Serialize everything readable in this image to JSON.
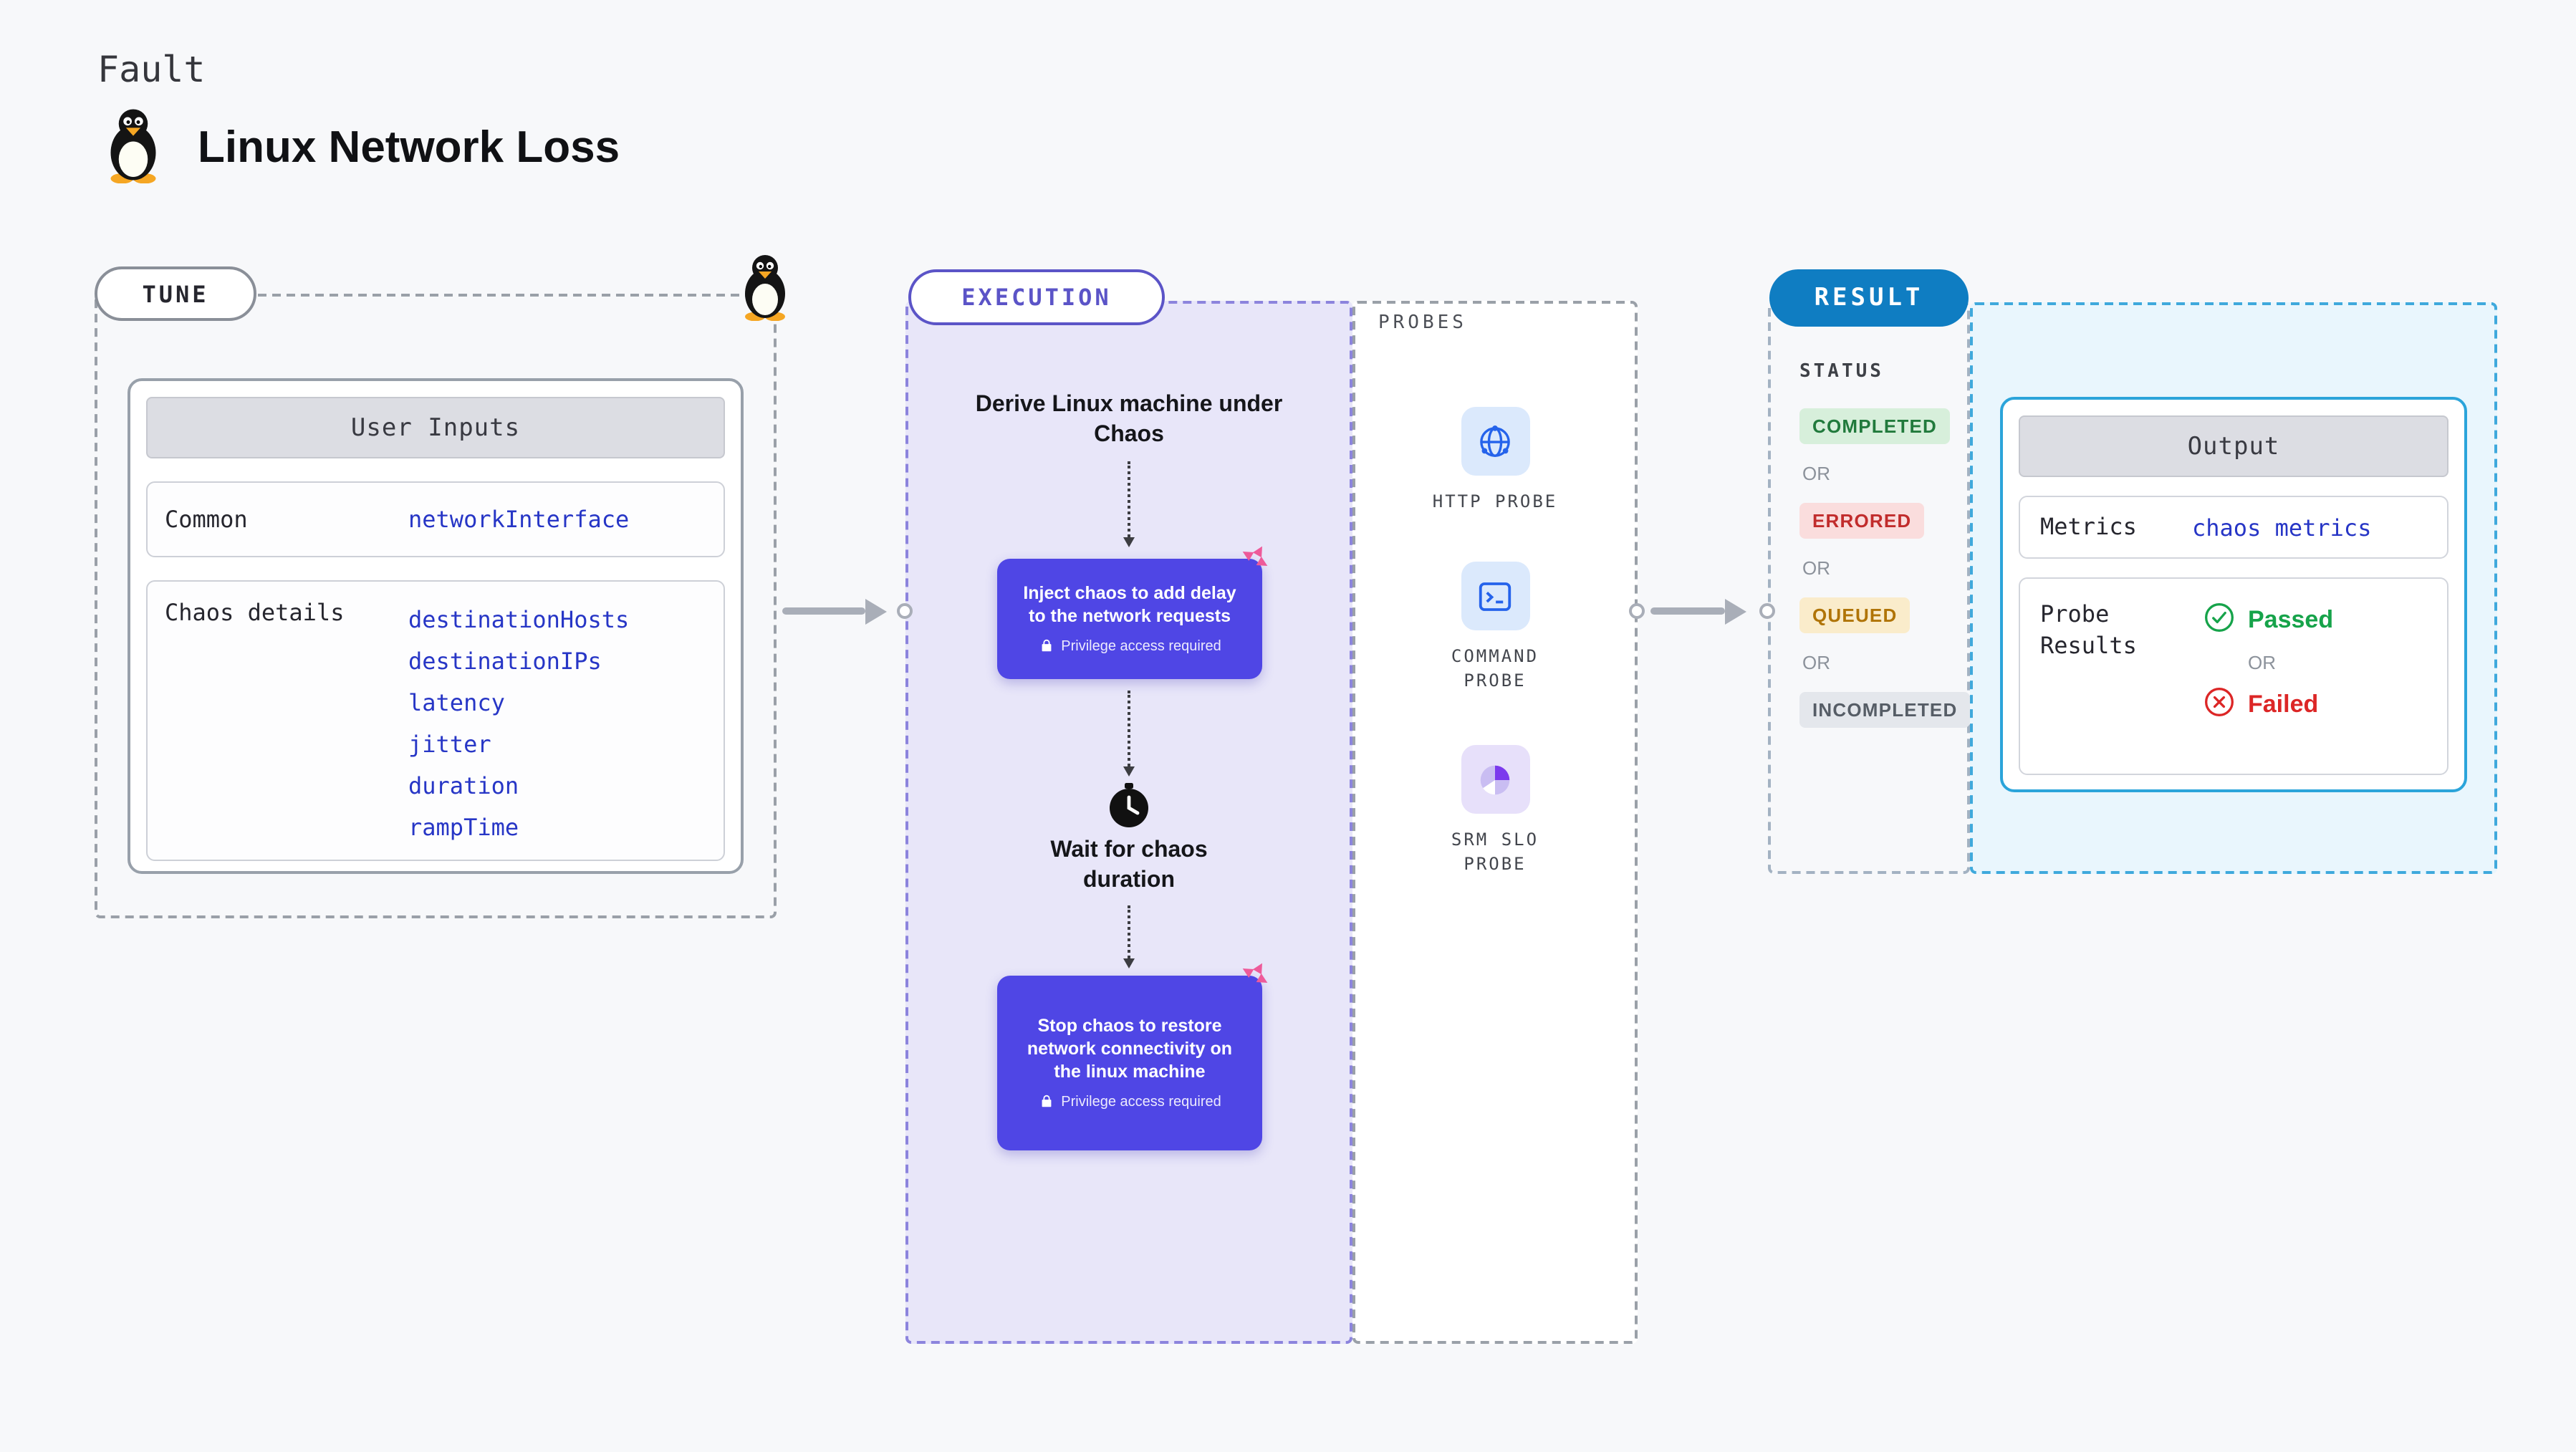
{
  "colors": {
    "page_bg": "#f7f8fa",
    "value_blue": "#2736c6",
    "action_purple": "#4f46e5",
    "execution_purple": "#5b54c7",
    "execution_fill": "#e8e6f9",
    "result_blue": "#0f7dc2",
    "result_fill": "#e9f6fd",
    "result_border": "#3fa9dc",
    "passed_green": "#16a34a",
    "failed_red": "#dc2626",
    "completed_bg": "#d7efdb",
    "completed_text": "#217a3c",
    "errored_bg": "#fadddd",
    "errored_text": "#c12c2c",
    "queued_bg": "#faeccb",
    "queued_text": "#b07407",
    "incompleted_bg": "#e4e7ec",
    "incompleted_text": "#565d66",
    "probe_blue": "#2563eb",
    "srm_purple": "#7c3aed",
    "chaos_pink": "#ee5a9a",
    "arrow_gray": "#a9aeb8"
  },
  "header": {
    "kicker": "Fault",
    "title": "Linux Network Loss"
  },
  "tune": {
    "label": "TUNE",
    "card": {
      "header": "User Inputs",
      "rows": [
        {
          "label": "Common",
          "values": [
            "networkInterface"
          ]
        },
        {
          "label": "Chaos details",
          "values": [
            "destinationHosts",
            "destinationIPs",
            "latency",
            "jitter",
            "duration",
            "rampTime"
          ]
        }
      ]
    }
  },
  "execution": {
    "label": "EXECUTION",
    "derive_text": "Derive Linux machine under Chaos",
    "inject": {
      "text": "Inject chaos to add delay to the network requests",
      "privilege": "Privilege access required"
    },
    "wait_text": "Wait for chaos duration",
    "stop": {
      "text": "Stop chaos to restore network connectivity on the linux machine",
      "privilege": "Privilege access required"
    },
    "probes": {
      "label": "PROBES",
      "items": [
        {
          "name": "HTTP PROBE"
        },
        {
          "name": "COMMAND PROBE"
        },
        {
          "name": "SRM SLO PROBE"
        }
      ]
    }
  },
  "result": {
    "label": "RESULT",
    "status": {
      "label": "STATUS",
      "or": "OR",
      "badges": [
        "COMPLETED",
        "ERRORED",
        "QUEUED",
        "INCOMPLETED"
      ]
    },
    "output": {
      "header": "Output",
      "metrics_label": "Metrics",
      "metrics_value": "chaos metrics",
      "probe_results_label": "Probe Results",
      "passed": "Passed",
      "or": "OR",
      "failed": "Failed"
    }
  }
}
